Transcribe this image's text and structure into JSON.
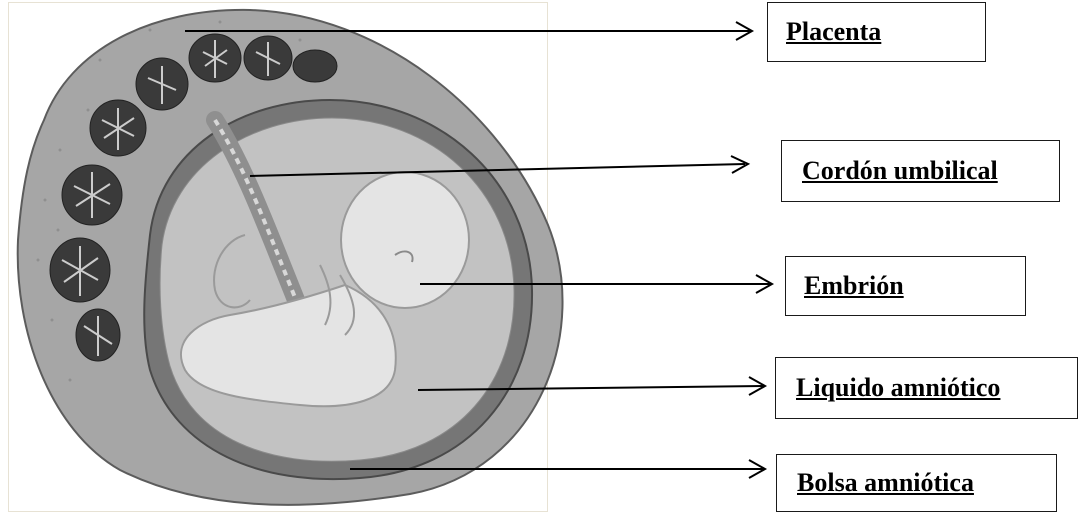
{
  "labels": {
    "placenta": "Placenta",
    "cordon": "Cordón umbilical",
    "embrion": "Embrión",
    "liquido": "Liquido amniótico",
    "bolsa": "Bolsa amniótica"
  },
  "colors": {
    "uterine_wall": "#9e9e9e",
    "amniotic_fluid": "#bdbdbd",
    "amniotic_sac": "#6f6f6f",
    "embryo": "#e6e6e6",
    "villi": "#3a3a3a",
    "arrow": "#000000"
  }
}
